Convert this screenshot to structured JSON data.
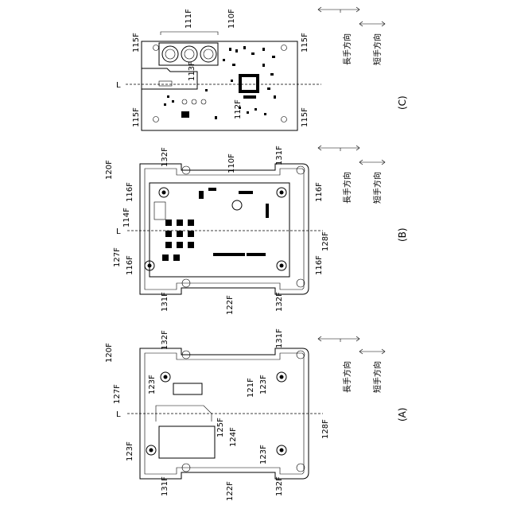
{
  "figure": {
    "panels": [
      {
        "caption": "(C)",
        "labels": {
          "top_left": "115F",
          "top_right": "115F",
          "bottom_left": "115F",
          "bottom_right": "115F",
          "caps": "111F",
          "board": "110F",
          "mid": "113F",
          "chip": "112F",
          "axis": "L"
        },
        "dir_long": "長手方向",
        "dir_short": "短手方向"
      },
      {
        "caption": "(B)",
        "labels": {
          "case": "120F",
          "ul1": "132F",
          "ur1": "131F",
          "ll1": "131F",
          "lr1": "132F",
          "board": "110F",
          "screw_ul": "116F",
          "screw_ur": "116F",
          "screw_ll": "116F",
          "screw_lr": "116F",
          "part": "114F",
          "groove": "127F",
          "wall": "122F",
          "rib": "128F",
          "axis": "L"
        },
        "dir_long": "長手方向",
        "dir_short": "短手方向"
      },
      {
        "caption": "(A)",
        "labels": {
          "case": "120F",
          "ul1": "132F",
          "ur1": "131F",
          "ll1": "131F",
          "lr1": "132F",
          "boss_ul": "123F",
          "boss_ur": "123F",
          "boss_ll": "123F",
          "boss_lr": "123F",
          "groove": "127F",
          "inner": "121F",
          "rib_a": "125F",
          "rib_b": "124F",
          "wall": "122F",
          "rib": "128F",
          "axis": "L"
        },
        "dir_long": "長手方向",
        "dir_short": "短手方向"
      }
    ]
  }
}
